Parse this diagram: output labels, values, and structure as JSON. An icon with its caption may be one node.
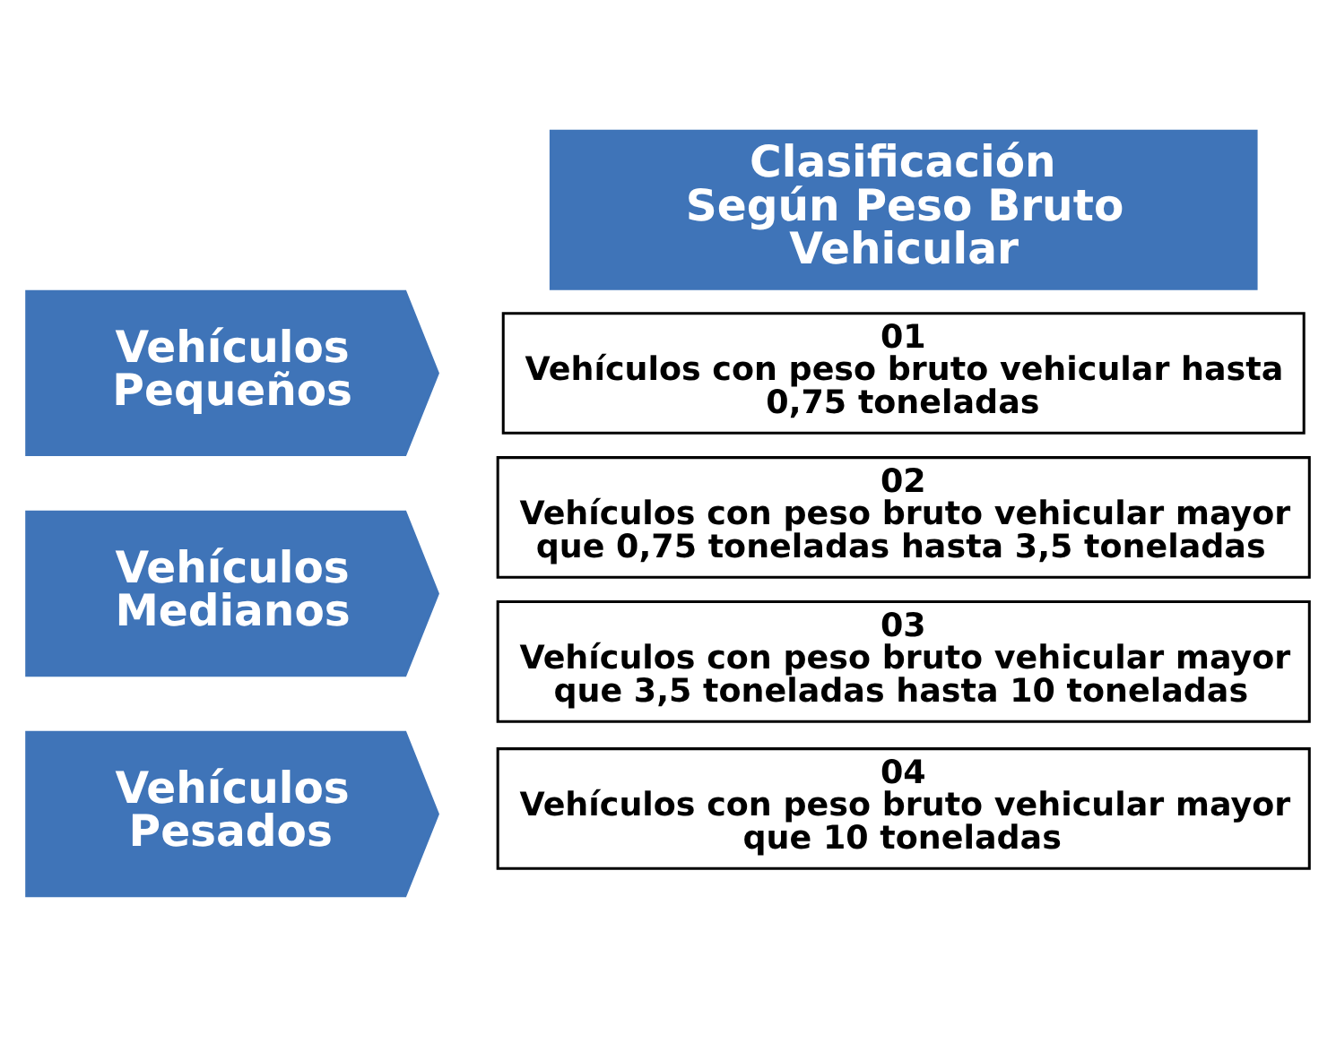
{
  "diagram": {
    "nodes": [
      {
        "text": [
          "Clasificación Según Peso Bruto Vehicular"
        ]
      },
      {
        "text": [
          "Vehículos Pequeños"
        ]
      },
      {
        "text": [
          "01",
          "Vehículos con peso bruto vehicular hasta 0,75 toneladas"
        ]
      },
      {
        "text": [
          "02",
          "Vehículos con peso bruto vehicular mayor que 0,75 toneladas hasta 3,5 toneladas"
        ]
      },
      {
        "text": [
          "Vehículos Medianos"
        ]
      },
      {
        "text": [
          "03",
          "Vehículos con peso bruto vehicular mayor que 3,5 toneladas hasta 10 toneladas"
        ]
      },
      {
        "text": [
          "Vehículos Pesados"
        ]
      },
      {
        "text": [
          "04",
          "Vehículos con peso bruto vehicular mayor que 10 toneladas"
        ]
      }
    ]
  }
}
